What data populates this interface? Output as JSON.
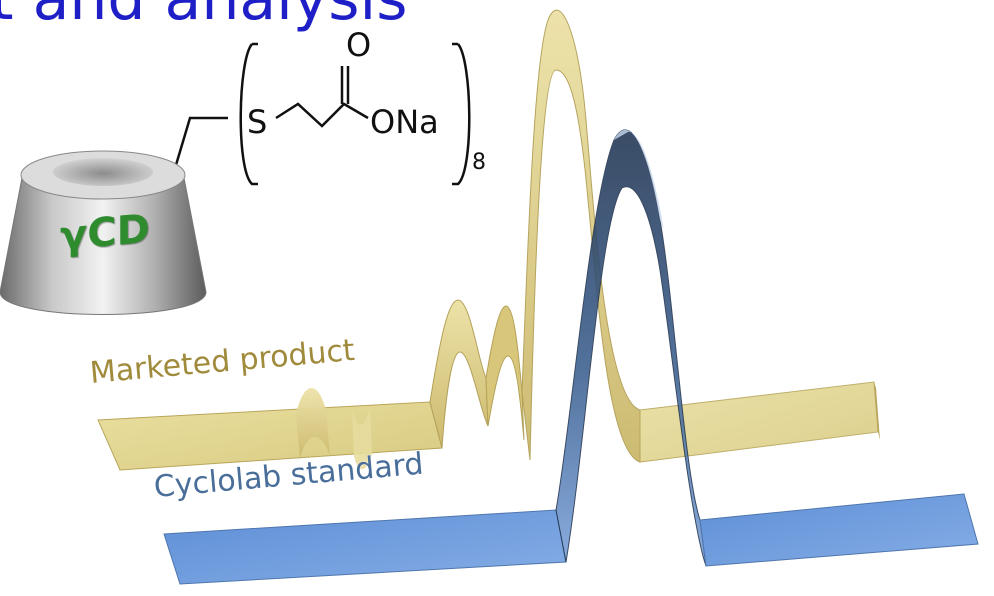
{
  "title": "t and analysis",
  "colors": {
    "title": "#1f1fc8",
    "marketed": "#c9b970",
    "marketed_label": "#a08a3c",
    "cyclolab": "#5f8ccf",
    "cyclolab_label": "#4a6e9a",
    "cup_label": "#2e8b2e"
  },
  "molecule": {
    "cup_label": "γCD",
    "atoms": {
      "sulfur": "S",
      "carbonyl_oxygen": "O",
      "salt": "ONa",
      "repeat_count": "8"
    }
  },
  "series": {
    "marketed": {
      "label": "Marketed product"
    },
    "cyclolab": {
      "label": "Cyclolab standard"
    }
  }
}
